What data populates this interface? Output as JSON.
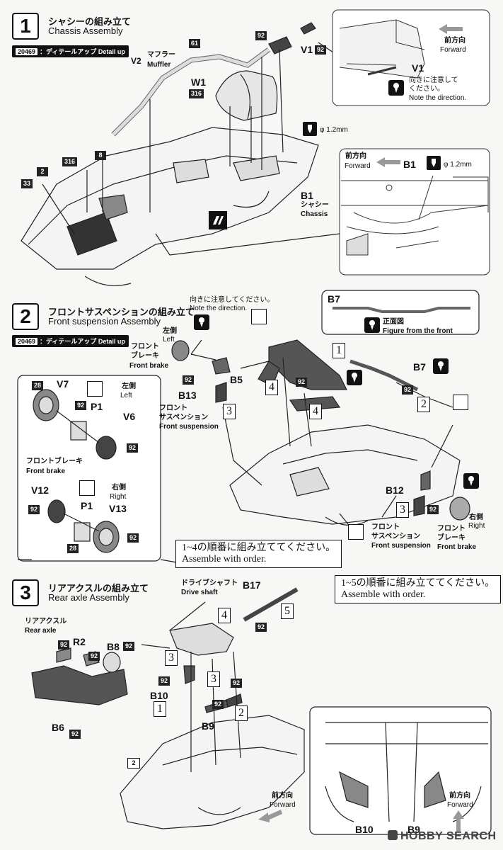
{
  "step1": {
    "number": "1",
    "title_jp": "シャシーの組み立て",
    "title_en": "Chassis Assembly",
    "detail_up": {
      "code": "20469",
      "text": "：ディテールアップ Detail up"
    },
    "parts": {
      "v2": "V2",
      "muffler_jp": "マフラー",
      "muffler_en": "Muffler",
      "n61": "61",
      "n92a": "92",
      "v1": "V1",
      "n92b": "92",
      "w1": "W1",
      "n316a": "316",
      "n8": "8",
      "n316b": "316",
      "n2": "2",
      "n33": "33",
      "b1": "B1",
      "chassis_jp": "シャシー",
      "chassis_en": "Chassis",
      "phi": "φ 1.2mm"
    },
    "inset_top": {
      "forward_jp": "前方向",
      "forward_en": "Forward",
      "v1": "V1",
      "caution_jp1": "向きに注意して",
      "caution_jp2": "ください。",
      "caution_en": "Note the direction."
    },
    "inset_mid": {
      "forward_jp": "前方向",
      "forward_en": "Forward",
      "b1": "B1",
      "phi": "φ 1.2mm"
    }
  },
  "step2": {
    "number": "2",
    "title_jp": "フロントサスペンションの組み立て",
    "title_en": "Front suspension Assembly",
    "detail_up": {
      "code": "20469",
      "text": "：ディテールアップ Detail up"
    },
    "caution_jp": "向きに注意してください。",
    "caution_en": "Note the direction.",
    "left_jp": "左側",
    "left_en": "Left",
    "front_brake_jp1": "フロント",
    "front_brake_jp2": "ブレーキ",
    "front_brake_en": "Front brake",
    "b13": "B13",
    "n92a": "92",
    "front_susp_jp1": "フロント",
    "front_susp_jp2": "サスペンション",
    "front_susp_en": "Front suspension",
    "b5": "B5",
    "n92b": "92",
    "b7": "B7",
    "n92c": "92",
    "b12": "B12",
    "n92d": "92",
    "right_jp": "右側",
    "right_en": "Right",
    "front_susp_r_jp1": "フロント",
    "front_susp_r_jp2": "サスペンション",
    "front_susp_r_en": "Front suspension",
    "front_brake_r_jp1": "フロント",
    "front_brake_r_jp2": "ブレーキ",
    "front_brake_r_en": "Front brake",
    "order1": "1",
    "order2": "2",
    "order3a": "3",
    "order3b": "3",
    "order4a": "4",
    "order4b": "4",
    "b7_inset": {
      "b7": "B7",
      "front_view_jp": "正面図",
      "front_view_en": "Figure from the front"
    },
    "left_inset": {
      "n28": "28",
      "v7": "V7",
      "n92a": "92",
      "p1": "P1",
      "v6": "V6",
      "n92b": "92",
      "left_jp": "左側",
      "left_en": "Left",
      "brake_jp": "フロントブレーキ",
      "brake_en": "Front brake",
      "right_jp": "右側",
      "right_en": "Right",
      "v12": "V12",
      "n92c": "92",
      "p1b": "P1",
      "v13": "V13",
      "n92d": "92",
      "n28b": "28"
    },
    "order_note_jp": "1~4の順番に組み立ててください。",
    "order_note_en": "Assemble with order."
  },
  "step3": {
    "number": "3",
    "title_jp": "リアアクスルの組み立て",
    "title_en": "Rear axle Assembly",
    "driveshaft_jp": "ドライブシャフト",
    "driveshaft_en": "Drive shaft",
    "b17": "B17",
    "n92a": "92",
    "order_note_jp": "1~5の順番に組み立ててください。",
    "order_note_en": "Assemble with order.",
    "rear_axle_jp": "リアアクスル",
    "rear_axle_en": "Rear axle",
    "r2": "R2",
    "b8": "B8",
    "b6": "B6",
    "n92b": "92",
    "n92c": "92",
    "n92d": "92",
    "n92e": "92",
    "n92f": "92",
    "n92g": "92",
    "n92h": "92",
    "b10": "B10",
    "b9": "B9",
    "n2": "2",
    "order1": "1",
    "order2": "2",
    "order3a": "3",
    "order3b": "3",
    "order4": "4",
    "order5": "5",
    "forward_jp": "前方向",
    "forward_en": "Forward",
    "inset": {
      "forward_jp": "前方向",
      "forward_en": "Forward",
      "b10": "B10",
      "b9": "B9"
    }
  },
  "watermark": "HOBBY SEARCH"
}
